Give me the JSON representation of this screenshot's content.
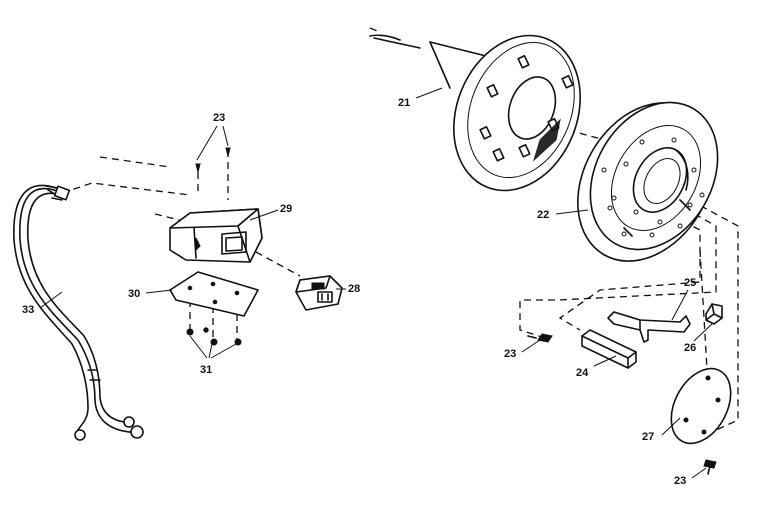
{
  "diagram": {
    "callouts": {
      "p21": "21",
      "p22": "22",
      "p23_top": "23",
      "p23_mid": "23",
      "p23_bottom": "23",
      "p24": "24",
      "p25": "25",
      "p26": "26",
      "p27": "27",
      "p28": "28",
      "p29": "29",
      "p30": "30",
      "p31": "31",
      "p33": "33"
    }
  }
}
